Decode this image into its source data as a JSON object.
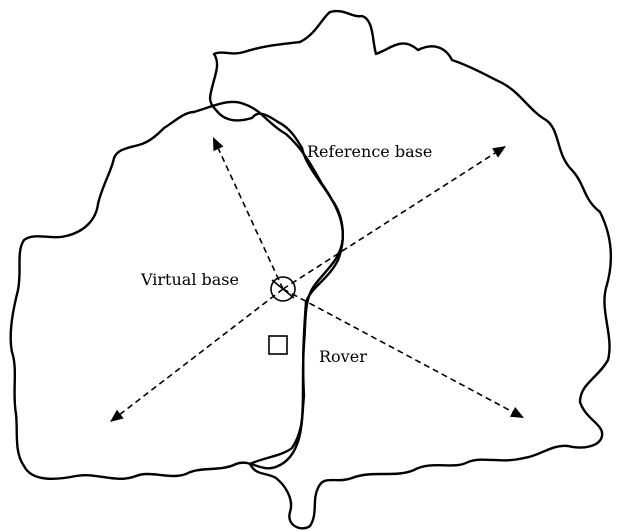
{
  "diagram": {
    "labels": {
      "reference_base": "Reference base",
      "virtual_base": "Virtual base",
      "rover": "Rover"
    }
  }
}
